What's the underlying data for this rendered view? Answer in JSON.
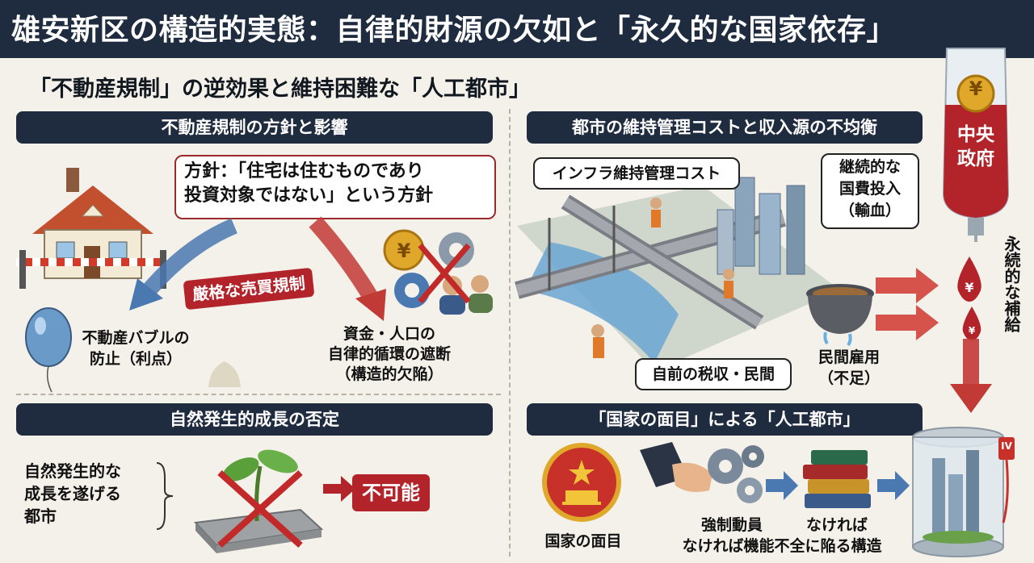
{
  "header": {
    "title": "雄安新区の構造的実態：自律的財源の欠如と「永久的な国家依存」",
    "subtitle": "「不動産規制」の逆効果と維持困難な「人工都市」"
  },
  "section_left_top": {
    "heading": "不動産規制の方針と影響",
    "policy_callout_line1": "方針：「住宅は住むものであり",
    "policy_callout_line2": "投資対象ではない」という方針",
    "strict_badge": "厳格な売買規制",
    "bubble_line1": "不動産バブルの",
    "bubble_line2": "防止（利点）",
    "cycle_line1": "資金・人口の",
    "cycle_line2": "自律的循環の遮断",
    "cycle_line3": "（構造的欠陥）"
  },
  "section_left_bottom": {
    "heading": "自然発生的成長の否定",
    "growth_line1": "自然発生的な",
    "growth_line2": "成長を遂げる",
    "growth_line3": "都市",
    "impossible_badge": "不可能"
  },
  "section_right_top": {
    "heading": "都市の維持管理コストと収入源の不均衡",
    "infra_callout": "インフラ維持管理コスト",
    "investment_line1": "継続的な",
    "investment_line2": "国費投入",
    "investment_line3": "（輸血）",
    "tax_label": "自前の税収・民間",
    "employment_line1": "民間雇用",
    "employment_line2": "（不足）"
  },
  "iv_bag": {
    "label_line1": "中央",
    "label_line2": "政府",
    "yen_symbol": "¥",
    "subsidy_vertical": "永続的な補給",
    "iv_tag": "IV"
  },
  "section_right_bottom": {
    "heading": "「国家の面目」による「人工都市」",
    "emblem_label": "国家の面目",
    "mobilization_label": "強制動員",
    "books_label": "なければ",
    "structure_label": "なければ機能不全に陥る構造"
  },
  "colors": {
    "navy": "#1f2c40",
    "accent_red": "#b3242a",
    "arrow_blue": "#4a78b0",
    "background": "#f4f1ea"
  }
}
